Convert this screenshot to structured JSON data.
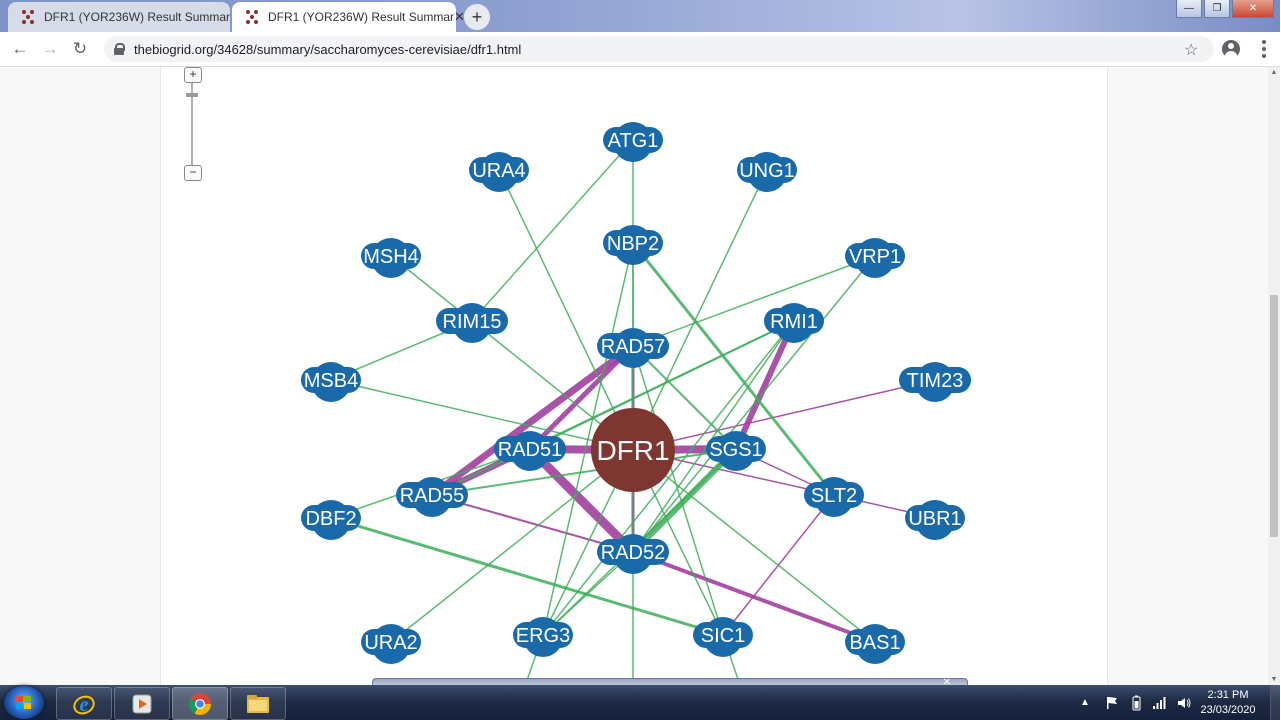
{
  "browser": {
    "tabs": [
      {
        "title": "DFR1 (YOR236W) Result Summar",
        "active": false
      },
      {
        "title": "DFR1 (YOR236W) Result Summar",
        "active": true
      }
    ],
    "new_tab_label": "+",
    "window_buttons": {
      "minimize": "—",
      "maximize": "❐",
      "close": "✕"
    },
    "url": "thebiogrid.org/34628/summary/saccharomyces-cerevisiae/dfr1.html"
  },
  "zoom": {
    "plus_label": "+",
    "minus_label": "−"
  },
  "network": {
    "center_color": "#7d3630",
    "node_color": "#1a6aaa",
    "edge_colors": {
      "genetic": "#3fae5a",
      "physical": "#a0409f"
    },
    "nodes": [
      {
        "id": "DFR1",
        "label": "DFR1",
        "center": true
      },
      {
        "id": "ATG1",
        "label": "ATG1"
      },
      {
        "id": "URA4",
        "label": "URA4"
      },
      {
        "id": "UNG1",
        "label": "UNG1"
      },
      {
        "id": "NBP2",
        "label": "NBP2"
      },
      {
        "id": "MSH4",
        "label": "MSH4"
      },
      {
        "id": "VRP1",
        "label": "VRP1"
      },
      {
        "id": "RIM15",
        "label": "RIM15"
      },
      {
        "id": "RMI1",
        "label": "RMI1"
      },
      {
        "id": "RAD57",
        "label": "RAD57"
      },
      {
        "id": "MSB4",
        "label": "MSB4"
      },
      {
        "id": "TIM23",
        "label": "TIM23"
      },
      {
        "id": "RAD51",
        "label": "RAD51"
      },
      {
        "id": "SGS1",
        "label": "SGS1"
      },
      {
        "id": "RAD55",
        "label": "RAD55"
      },
      {
        "id": "SLT2",
        "label": "SLT2"
      },
      {
        "id": "DBF2",
        "label": "DBF2"
      },
      {
        "id": "UBR1",
        "label": "UBR1"
      },
      {
        "id": "RAD52",
        "label": "RAD52"
      },
      {
        "id": "URA2",
        "label": "URA2"
      },
      {
        "id": "ERG3",
        "label": "ERG3"
      },
      {
        "id": "SIC1",
        "label": "SIC1"
      },
      {
        "id": "BAS1",
        "label": "BAS1"
      }
    ],
    "edges": [
      {
        "a": "DFR1",
        "b": "RAD51",
        "type": "physical",
        "weight": 8
      },
      {
        "a": "DFR1",
        "b": "SGS1",
        "type": "physical",
        "weight": 8
      },
      {
        "a": "DFR1",
        "b": "RAD57",
        "type": "physical",
        "weight": 3
      },
      {
        "a": "DFR1",
        "b": "RAD52",
        "type": "physical",
        "weight": 3
      },
      {
        "a": "RAD51",
        "b": "RAD55",
        "type": "physical",
        "weight": 6
      },
      {
        "a": "RAD57",
        "b": "RAD55",
        "type": "physical",
        "weight": 7
      },
      {
        "a": "RAD57",
        "b": "RAD51",
        "type": "physical",
        "weight": 5
      },
      {
        "a": "RAD51",
        "b": "RAD52",
        "type": "physical",
        "weight": 9
      },
      {
        "a": "RMI1",
        "b": "SGS1",
        "type": "physical",
        "weight": 6
      },
      {
        "a": "DFR1",
        "b": "TIM23",
        "type": "physical",
        "weight": 1.5
      },
      {
        "a": "SLT2",
        "b": "UBR1",
        "type": "physical",
        "weight": 1.5
      },
      {
        "a": "SLT2",
        "b": "SIC1",
        "type": "physical",
        "weight": 1.5
      },
      {
        "a": "RAD55",
        "b": "RAD52",
        "type": "physical",
        "weight": 2
      },
      {
        "a": "BAS1",
        "b": "RAD52",
        "type": "physical",
        "weight": 4
      },
      {
        "a": "SGS1",
        "b": "SLT2",
        "type": "physical",
        "weight": 1.5
      },
      {
        "a": "DFR1",
        "b": "SLT2",
        "type": "physical",
        "weight": 1.5
      },
      {
        "a": "SGS1",
        "b": "RAD52",
        "type": "genetic",
        "weight": 6
      },
      {
        "a": "NBP2",
        "b": "SLT2",
        "type": "genetic",
        "weight": 3
      },
      {
        "a": "DBF2",
        "b": "SIC1",
        "type": "genetic",
        "weight": 3
      },
      {
        "a": "ATG1",
        "b": "RIM15",
        "type": "genetic",
        "weight": 1.5
      },
      {
        "a": "ATG1",
        "b": "DFR1",
        "type": "genetic",
        "weight": 1.5
      },
      {
        "a": "URA4",
        "b": "DFR1",
        "type": "genetic",
        "weight": 1.5
      },
      {
        "a": "UNG1",
        "b": "DFR1",
        "type": "genetic",
        "weight": 1.5
      },
      {
        "a": "NBP2",
        "b": "DFR1",
        "type": "genetic",
        "weight": 1.5
      },
      {
        "a": "NBP2",
        "b": "ERG3",
        "type": "genetic",
        "weight": 1.5
      },
      {
        "a": "MSH4",
        "b": "RIM15",
        "type": "genetic",
        "weight": 1.5
      },
      {
        "a": "RIM15",
        "b": "DFR1",
        "type": "genetic",
        "weight": 1.5
      },
      {
        "a": "MSB4",
        "b": "RIM15",
        "type": "genetic",
        "weight": 1.5
      },
      {
        "a": "MSB4",
        "b": "DFR1",
        "type": "genetic",
        "weight": 1.5
      },
      {
        "a": "VRP1",
        "b": "RAD57",
        "type": "genetic",
        "weight": 1.5
      },
      {
        "a": "VRP1",
        "b": "RAD52",
        "type": "genetic",
        "weight": 1.5
      },
      {
        "a": "RMI1",
        "b": "RAD55",
        "type": "genetic",
        "weight": 2
      },
      {
        "a": "RMI1",
        "b": "ERG3",
        "type": "genetic",
        "weight": 1.5
      },
      {
        "a": "RMI1",
        "b": "RAD51",
        "type": "genetic",
        "weight": 1.5
      },
      {
        "a": "RMI1",
        "b": "RAD52",
        "type": "genetic",
        "weight": 1.5
      },
      {
        "a": "RAD57",
        "b": "SGS1",
        "type": "genetic",
        "weight": 2
      },
      {
        "a": "RAD57",
        "b": "SIC1",
        "type": "genetic",
        "weight": 1.5
      },
      {
        "a": "RAD55",
        "b": "SGS1",
        "type": "genetic",
        "weight": 2
      },
      {
        "a": "DBF2",
        "b": "RAD51",
        "type": "genetic",
        "weight": 1.5
      },
      {
        "a": "DFR1",
        "b": "URA2",
        "type": "genetic",
        "weight": 1.5
      },
      {
        "a": "DFR1",
        "b": "ERG3",
        "type": "genetic",
        "weight": 1.5
      },
      {
        "a": "DFR1",
        "b": "SIC1",
        "type": "genetic",
        "weight": 1.5
      },
      {
        "a": "DFR1",
        "b": "BAS1",
        "type": "genetic",
        "weight": 1.5
      },
      {
        "a": "RAD52",
        "b": "ERG3",
        "type": "genetic",
        "weight": 1.5
      },
      {
        "a": "SGS1",
        "b": "ERG3",
        "type": "genetic",
        "weight": 1.5
      },
      {
        "a": "DFR1",
        "b": "DFR1_down",
        "type": "genetic",
        "weight": 1.5
      },
      {
        "a": "SIC1",
        "b": "SIC1_down",
        "type": "genetic",
        "weight": 1.5
      },
      {
        "a": "ERG3",
        "b": "ERG3_down",
        "type": "genetic",
        "weight": 1.5
      }
    ]
  },
  "taskbar": {
    "time": "2:31 PM",
    "date": "23/03/2020",
    "apps": [
      "internet-explorer",
      "media-player",
      "chrome",
      "file-explorer"
    ]
  }
}
